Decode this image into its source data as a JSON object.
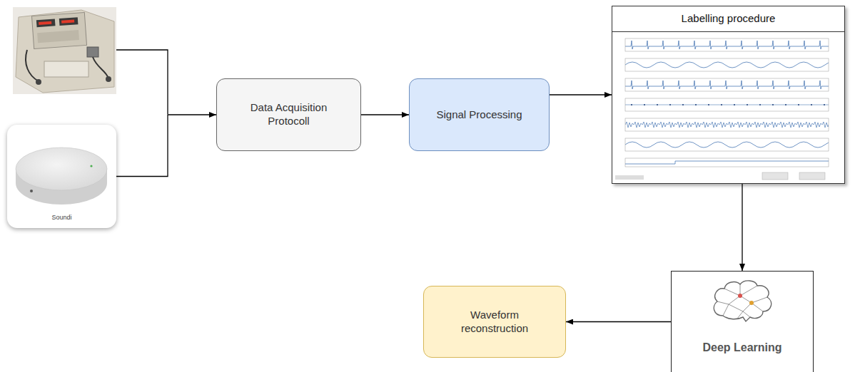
{
  "diagram": {
    "nodes": [
      {
        "text": [
          "Soundi"
        ]
      },
      {
        "text": [
          "Data Acquisition Protocoll"
        ]
      },
      {
        "text": [
          "Signal Processing"
        ]
      },
      {
        "text": [
          "Labelling procedure"
        ]
      },
      {
        "text": [
          "Deep Learning"
        ]
      },
      {
        "text": [
          "Waveform reconstruction"
        ]
      }
    ],
    "edges": [
      {
        "from": 0,
        "to": 1,
        "arrow": "to"
      },
      {
        "from": 1,
        "to": 2,
        "arrow": "to"
      },
      {
        "from": 2,
        "to": 3,
        "arrow": "to"
      },
      {
        "from": 3,
        "to": 4,
        "arrow": "to"
      },
      {
        "from": 4,
        "to": 5,
        "arrow": "to"
      }
    ]
  }
}
